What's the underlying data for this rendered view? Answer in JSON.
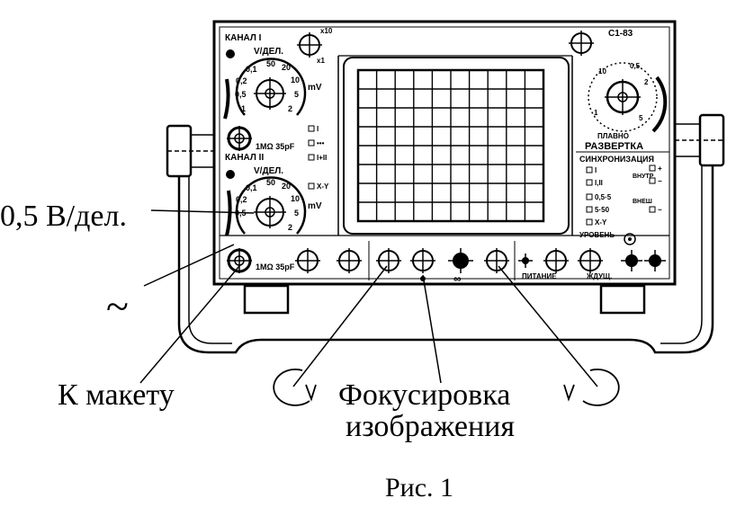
{
  "callouts": {
    "sensitivity": "0,5 В/дел.",
    "ac_symbol": "~",
    "to_model": "К макету",
    "focus_line1": "Фокусировка",
    "focus_line2": "изображения"
  },
  "caption": "Рис. 1",
  "panel": {
    "model": "С1-83",
    "channel1": "КАНАЛ I",
    "channel2": "КАНАЛ II",
    "volts_div": "V/ДЕЛ.",
    "mv": "mV",
    "input_imp": "1MΩ 35pF",
    "sweep": "РАЗВЕРТКА",
    "sync": "СИНХРОНИЗАЦИЯ",
    "level": "УРОВЕНЬ",
    "power": "ПИТАНИЕ",
    "smooth": "ПЛАВНО",
    "slow": "ЖДУЩ.",
    "inner": "ВНУТР",
    "outer": "ВНЕШ",
    "mode_labels": [
      "I",
      "I,II",
      "0,5·5",
      "5·50",
      "X-Y"
    ],
    "ch_mode_labels": [
      "I",
      "•••",
      "I+II",
      "X-Y"
    ],
    "scale_v1": [
      "0,1",
      "50",
      "20",
      "10",
      "5",
      "2",
      "1",
      "0,5",
      "0,2"
    ],
    "times": [
      "10",
      "0,5",
      "2",
      "1",
      "5"
    ],
    "x10": "x10",
    "x1": "x1",
    "ac": "~",
    "plus": "+",
    "minus": "−"
  }
}
